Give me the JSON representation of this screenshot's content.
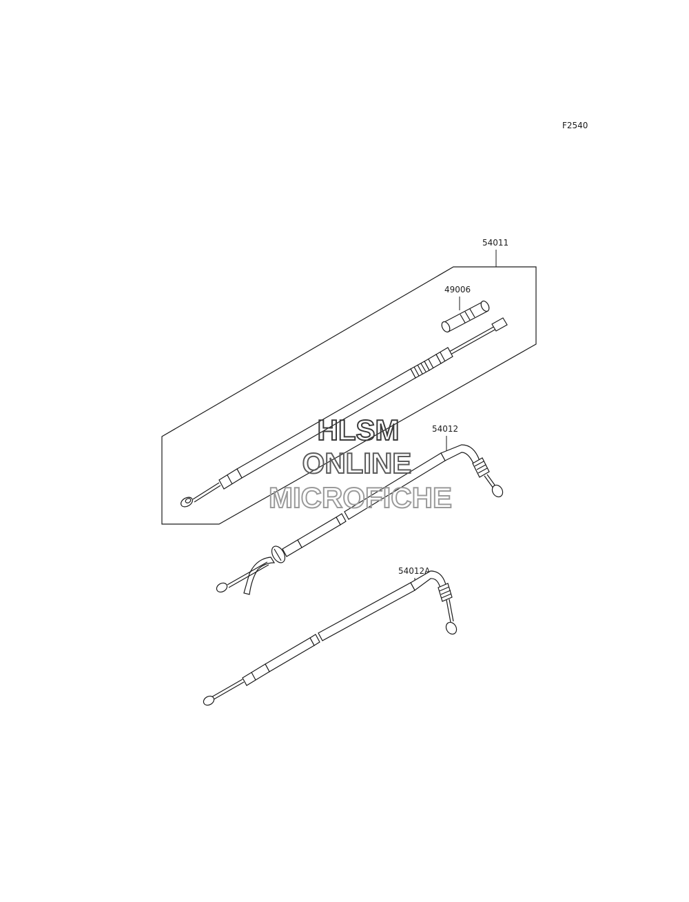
{
  "figure_code": "F2540",
  "parts": [
    {
      "number": "54011"
    },
    {
      "number": "49006"
    },
    {
      "number": "54012"
    },
    {
      "number": "54012A"
    }
  ],
  "watermark": {
    "line1": "HLSM",
    "line2": "ONLINE",
    "line3": "MICROFICHE"
  },
  "colors": {
    "line": "#1a1a1a",
    "watermark_dark": "#3a3a3a",
    "watermark_light": "#9a9a9a",
    "background": "#ffffff"
  }
}
